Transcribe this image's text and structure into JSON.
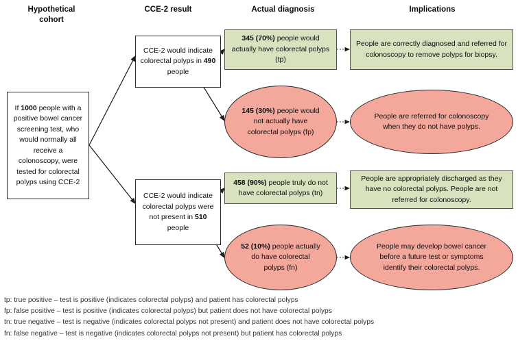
{
  "figure": {
    "title": "CCE-2 diagnostic pathway flow diagram",
    "colors": {
      "green_fill": "#d9e2bf",
      "green_border": "#4d5640",
      "red_fill": "#f4a79b",
      "outline": "#2b2b2b",
      "text": "#0d0d0d",
      "footnote_text": "#333333",
      "background": "#ffffff"
    }
  },
  "headers": [
    {
      "id": "hypothetical-cohort",
      "line1": "Hypothetical",
      "line2": "cohort"
    },
    {
      "id": "cce2-result",
      "line1": "CCE-2 result",
      "line2": ""
    },
    {
      "id": "actual-diagnosis",
      "line1": "Actual diagnosis",
      "line2": ""
    },
    {
      "id": "implications",
      "line1": "Implications",
      "line2": ""
    }
  ],
  "cohort": {
    "text": "If 1000 people with a positive bowel cancer screening test, who would normally all receive a colonoscopy, were tested for colorectal polyps using CCE-2",
    "bold_value": "1000"
  },
  "results": {
    "positive": {
      "text": "CCE-2 would indicate colorectal polyps in 490 people",
      "bold_value": "490"
    },
    "negative": {
      "text": "CCE-2 would indicate colorectal polyps were not present in 510 people",
      "bold_value": "510"
    }
  },
  "diagnoses": [
    {
      "id": "tp",
      "shape": "box",
      "color": "green",
      "count": "345",
      "percent": "(70%)",
      "lead": "345 (70%)",
      "rest": " people would actually have colorectal polyps (tp)"
    },
    {
      "id": "fp",
      "shape": "ellipse",
      "color": "red",
      "count": "145",
      "percent": "(30%)",
      "lead": "145 (30%)",
      "rest": " people would not actually have colorectal polyps (fp)"
    },
    {
      "id": "tn",
      "shape": "box",
      "color": "green",
      "count": "458",
      "percent": "(90%)",
      "lead": "458 (90%)",
      "rest": " people truly do not have colorectal polyps (tn)"
    },
    {
      "id": "fn",
      "shape": "ellipse",
      "color": "red",
      "count": "52",
      "percent": "(10%)",
      "lead": "52 (10%)",
      "rest": " people actually do have colorectal polyps (fn)"
    }
  ],
  "implications": [
    {
      "id": "tp-implication",
      "shape": "box",
      "color": "green",
      "text": "People are correctly diagnosed and referred for colonoscopy to remove polyps for biopsy."
    },
    {
      "id": "fp-implication",
      "shape": "ellipse",
      "color": "red",
      "text": "People are referred for colonoscopy when they do not have polyps."
    },
    {
      "id": "tn-implication",
      "shape": "box",
      "color": "green",
      "text": "People are appropriately discharged as they have no colorectal polyps. People are not referred for colonoscopy."
    },
    {
      "id": "fn-implication",
      "shape": "ellipse",
      "color": "red",
      "text": "People may develop bowel cancer before a future test or symptoms identify their colorectal polyps."
    }
  ],
  "footnotes": [
    "tp: true positive – test is positive (indicates colorectal polyps) and patient has colorectal polyps",
    "fp: false positive – test is positive (indicates colorectal polyps) but patient does not have colorectal polyps",
    "tn: true negative – test is negative (indicates colorectal polyps not present) and patient does not have colorectal polyps",
    "fn: false negative – test is negative (indicates colorectal polyps not present)  but patient has colorectal polyps"
  ]
}
